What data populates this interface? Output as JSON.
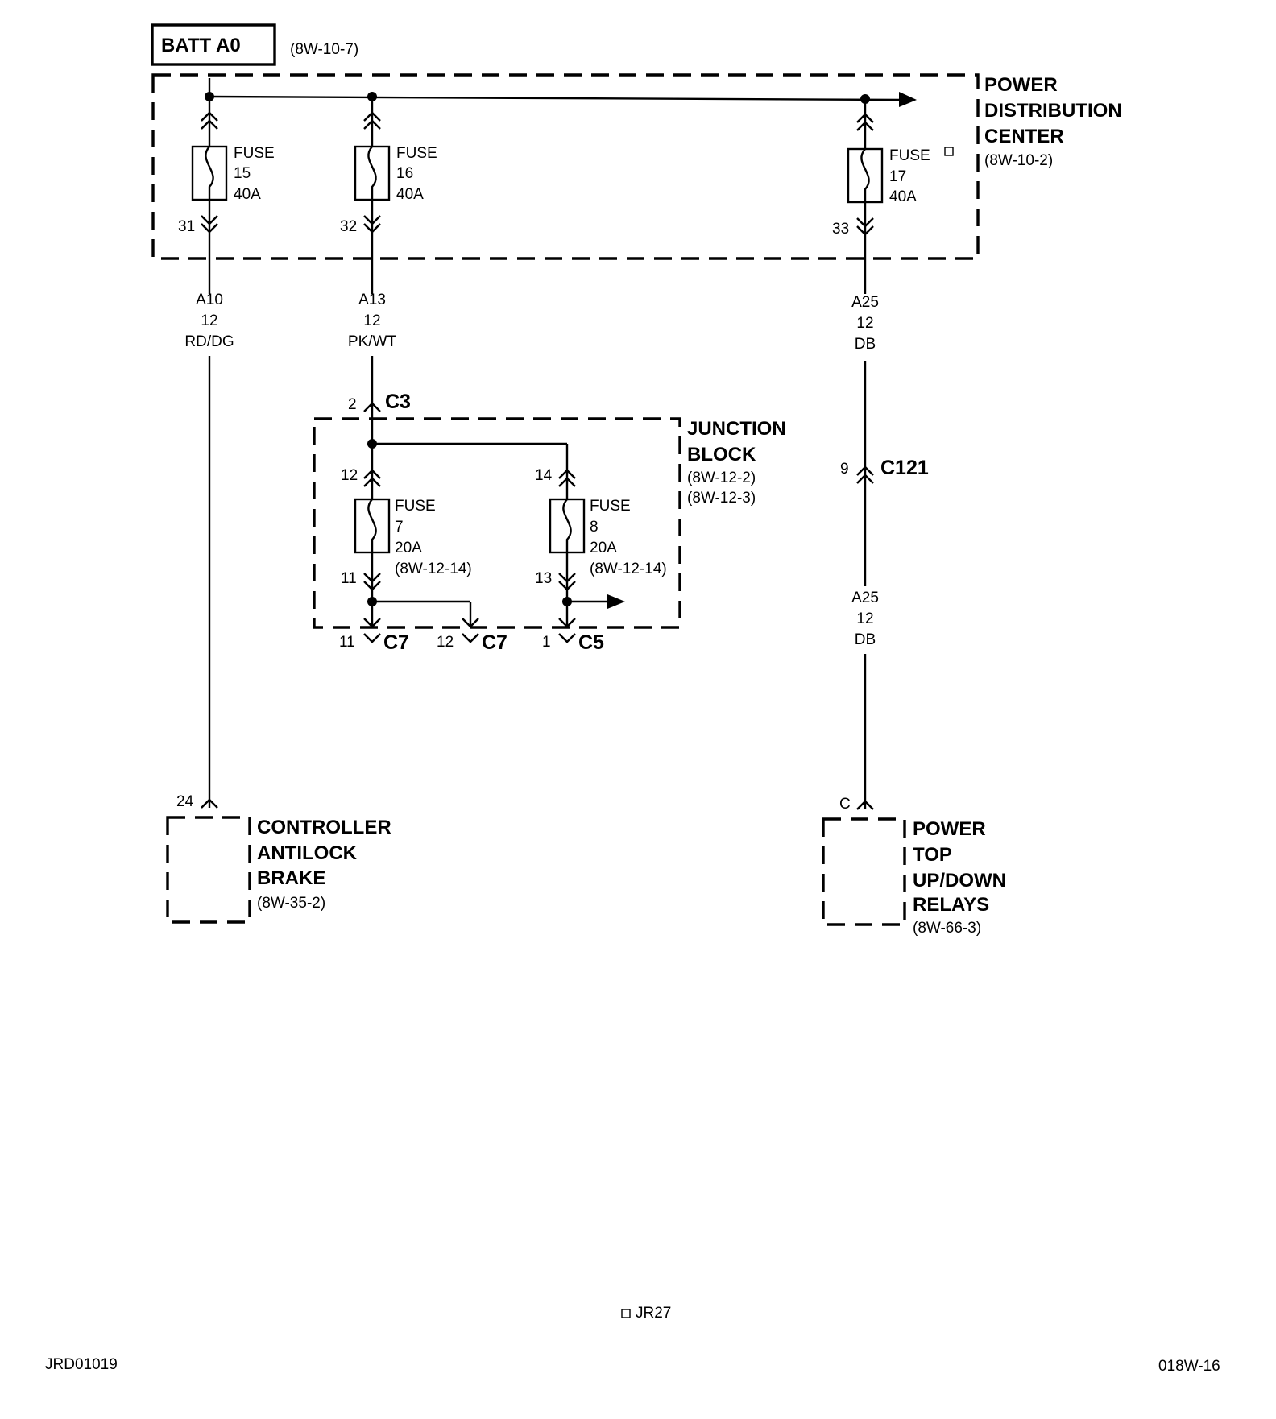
{
  "battery": {
    "label": "BATT A0",
    "ref": "(8W-10-7)"
  },
  "pdc": {
    "line1": "POWER",
    "line2": "DISTRIBUTION",
    "line3": "CENTER",
    "ref": "(8W-10-2)"
  },
  "pdc_fuses": [
    {
      "word": "FUSE",
      "num": "15",
      "rating": "40A",
      "pin": "31"
    },
    {
      "word": "FUSE",
      "num": "16",
      "rating": "40A",
      "pin": "32"
    },
    {
      "word": "FUSE",
      "num": "17",
      "rating": "40A",
      "pin": "33"
    }
  ],
  "wires": {
    "a10": {
      "circuit": "A10",
      "gauge": "12",
      "color": "RD/DG"
    },
    "a13": {
      "circuit": "A13",
      "gauge": "12",
      "color": "PK/WT"
    },
    "a25_upper": {
      "circuit": "A25",
      "gauge": "12",
      "color": "DB"
    },
    "a25_lower": {
      "circuit": "A25",
      "gauge": "12",
      "color": "DB"
    }
  },
  "c3": {
    "pin": "2",
    "name": "C3"
  },
  "c121": {
    "pin": "9",
    "name": "C121"
  },
  "jb": {
    "line1": "JUNCTION",
    "line2": "BLOCK",
    "ref1": "(8W-12-2)",
    "ref2": "(8W-12-3)"
  },
  "jb_fuses": [
    {
      "word": "FUSE",
      "num": "7",
      "rating": "20A",
      "ref": "(8W-12-14)",
      "pin_in": "12",
      "pin_out": "11"
    },
    {
      "word": "FUSE",
      "num": "8",
      "rating": "20A",
      "ref": "(8W-12-14)",
      "pin_in": "14",
      "pin_out": "13"
    }
  ],
  "jb_outputs": [
    {
      "pin": "11",
      "name": "C7"
    },
    {
      "pin": "12",
      "name": "C7"
    },
    {
      "pin": "1",
      "name": "C5"
    }
  ],
  "cab": {
    "pin": "24",
    "line1": "CONTROLLER",
    "line2": "ANTILOCK",
    "line3": "BRAKE",
    "ref": "(8W-35-2)"
  },
  "relays": {
    "pin": "C",
    "line1": "POWER",
    "line2": "TOP",
    "line3": "UP/DOWN",
    "line4": "RELAYS",
    "ref": "(8W-66-3)"
  },
  "footer": {
    "center": "JR27",
    "left": "JRD01019",
    "right": "018W-16"
  }
}
